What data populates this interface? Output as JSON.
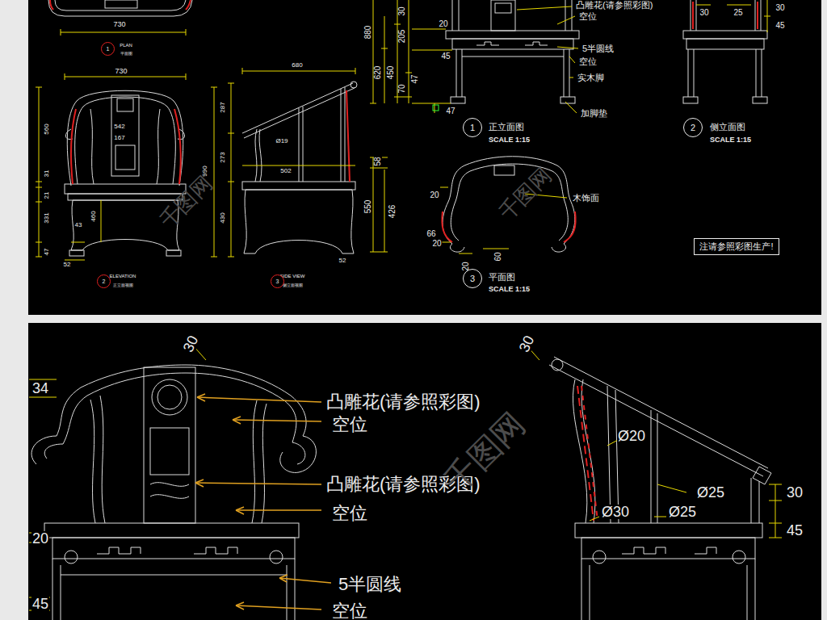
{
  "diagram": {
    "nodes": [
      {
        "text": [
          "注请参照彩图生产!"
        ]
      },
      {
        "text": [
          "1"
        ]
      },
      {
        "text": [
          "2"
        ]
      },
      {
        "text": [
          "3"
        ]
      },
      {
        "text": [
          "1"
        ]
      },
      {
        "text": [
          "2"
        ]
      },
      {
        "text": [
          "3"
        ]
      }
    ],
    "labels": [
      "730",
      "PLAN",
      "平面图",
      "730",
      "560",
      "31",
      "21",
      "331",
      "47",
      "990",
      "460",
      "43",
      "52",
      "542",
      "167",
      "ELEVATION",
      "正立面视图",
      "680",
      "287",
      "273",
      "430",
      "Ø19",
      "502",
      "52",
      "SIDE VIEW",
      "侧立面视图",
      "880",
      "30",
      "620",
      "205",
      "450",
      "20",
      "45",
      "70",
      "47",
      "47",
      "凸雕花(请参照彩图)",
      "空位",
      "5半圆线",
      "空位",
      "实木脚",
      "加脚垫",
      "正立面图",
      "SCALE 1:15",
      "30",
      "25",
      "30",
      "45",
      "侧立面图",
      "SCALE 1:15",
      "58",
      "550",
      "426",
      "20",
      "66",
      "20",
      "60",
      "20",
      "木饰面",
      "平面图",
      "SCALE 1:15",
      "30",
      "34",
      "凸雕花(请参照彩图)",
      "空位",
      "凸雕花(请参照彩图)",
      "空位",
      "20",
      "5半圆线",
      "45",
      "空位",
      "30",
      "Ø20",
      "Ø25",
      "Ø30",
      "Ø25",
      "30",
      "45",
      "千图网",
      "千图网",
      "千图网"
    ]
  }
}
